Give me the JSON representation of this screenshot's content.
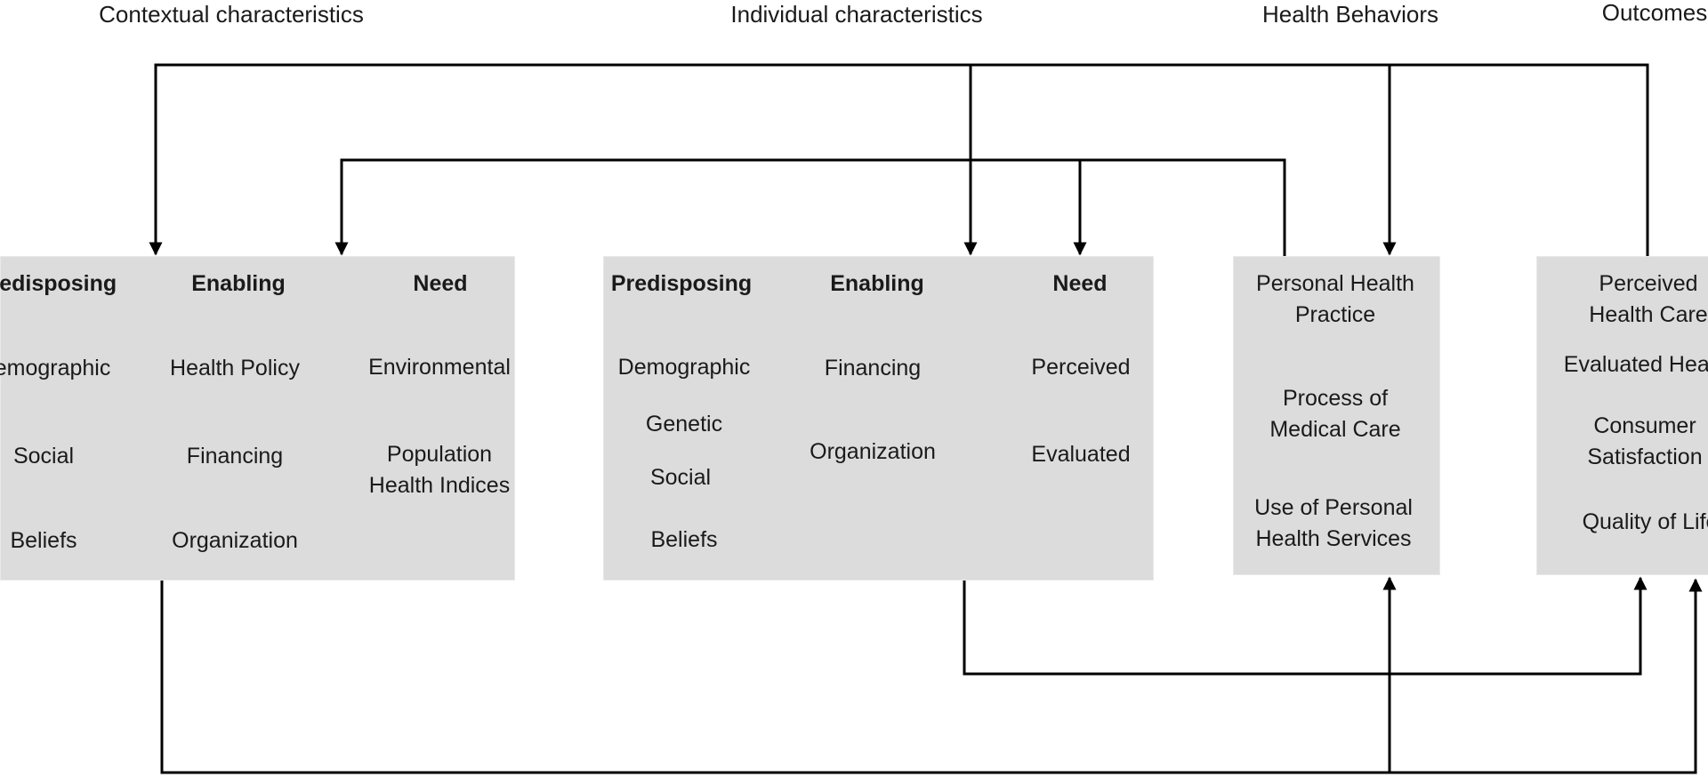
{
  "headers": {
    "contextual": "Contextual characteristics",
    "individual": "Individual characteristics",
    "behaviors": "Health Behaviors",
    "outcomes": "Outcomes"
  },
  "contextual": {
    "predisposing": {
      "title": "Predisposing",
      "items": [
        "Demographic",
        "Social",
        "Beliefs"
      ]
    },
    "enabling": {
      "title": "Enabling",
      "items": [
        "Health Policy",
        "Financing",
        "Organization"
      ]
    },
    "need": {
      "title": "Need",
      "items": [
        "Environmental",
        "Population Health Indices"
      ]
    }
  },
  "individual": {
    "predisposing": {
      "title": "Predisposing",
      "items": [
        "Demographic",
        "Genetic",
        "Social",
        "Beliefs"
      ]
    },
    "enabling": {
      "title": "Enabling",
      "items": [
        "Financing",
        "Organization"
      ]
    },
    "need": {
      "title": "Need",
      "items": [
        "Perceived",
        "Evaluated"
      ]
    }
  },
  "behaviors": {
    "items": [
      "Personal Health Practice",
      "Process of Medical Care",
      "Use of Personal Health Services"
    ]
  },
  "outcomes": {
    "items": [
      "Perceived Health Care",
      "Evaluated Health",
      "Consumer Satisfaction",
      "Quality of Life"
    ]
  }
}
